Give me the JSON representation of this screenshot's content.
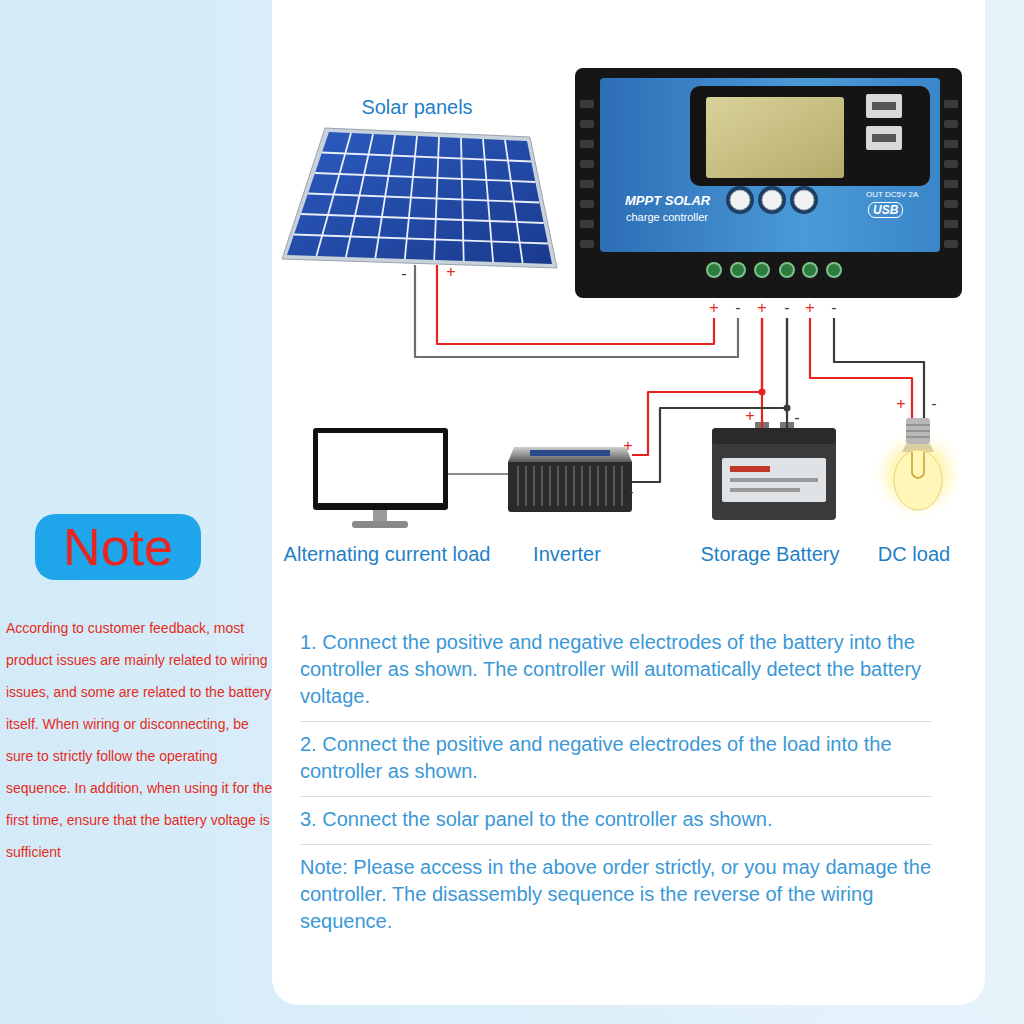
{
  "diagram": {
    "nodes": [
      {
        "text": [
          "Solar panels"
        ]
      },
      {
        "text": [
          "MPPT SOLAR",
          "charge controller",
          "OUT DC5V 2A",
          "USB"
        ]
      },
      {
        "text": [
          "Alternating current load"
        ]
      },
      {
        "text": [
          "Inverter"
        ]
      },
      {
        "text": [
          "Storage Battery"
        ]
      },
      {
        "text": [
          "DC load"
        ]
      },
      {
        "text": [
          "Note"
        ]
      }
    ],
    "edges": [
      {
        "from": 0,
        "to": 1,
        "arrow": "none"
      },
      {
        "from": 0,
        "to": 1,
        "arrow": "none"
      },
      {
        "from": 1,
        "to": 4,
        "arrow": "none"
      },
      {
        "from": 1,
        "to": 4,
        "arrow": "none"
      },
      {
        "from": 1,
        "to": 3,
        "arrow": "none"
      },
      {
        "from": 1,
        "to": 3,
        "arrow": "none"
      },
      {
        "from": 1,
        "to": 5,
        "arrow": "none"
      },
      {
        "from": 1,
        "to": 5,
        "arrow": "none"
      },
      {
        "from": 3,
        "to": 2,
        "arrow": "none"
      }
    ],
    "labels": [
      "-",
      "+",
      "+",
      "-",
      "+",
      "-",
      "+",
      "-",
      "+",
      "-",
      "+",
      "-",
      "+",
      "-",
      "According to customer feedback, most product issues are mainly related to wiring issues, and some are related to the battery itself. When wiring or disconnecting, be sure to strictly follow the operating sequence. In addition, when using it for the first time, ensure that the battery voltage is sufficient",
      "1. Connect the positive and negative electrodes of the battery into the controller as shown. The controller will automatically detect the battery voltage.",
      "2. Connect the positive and negative electrodes of the load into the controller as shown.",
      "3. Connect the solar panel to the controller as shown.",
      "Note: Please access in the above order strictly, or you may damage the controller. The disassembly sequence is the reverse of the wiring sequence."
    ]
  }
}
